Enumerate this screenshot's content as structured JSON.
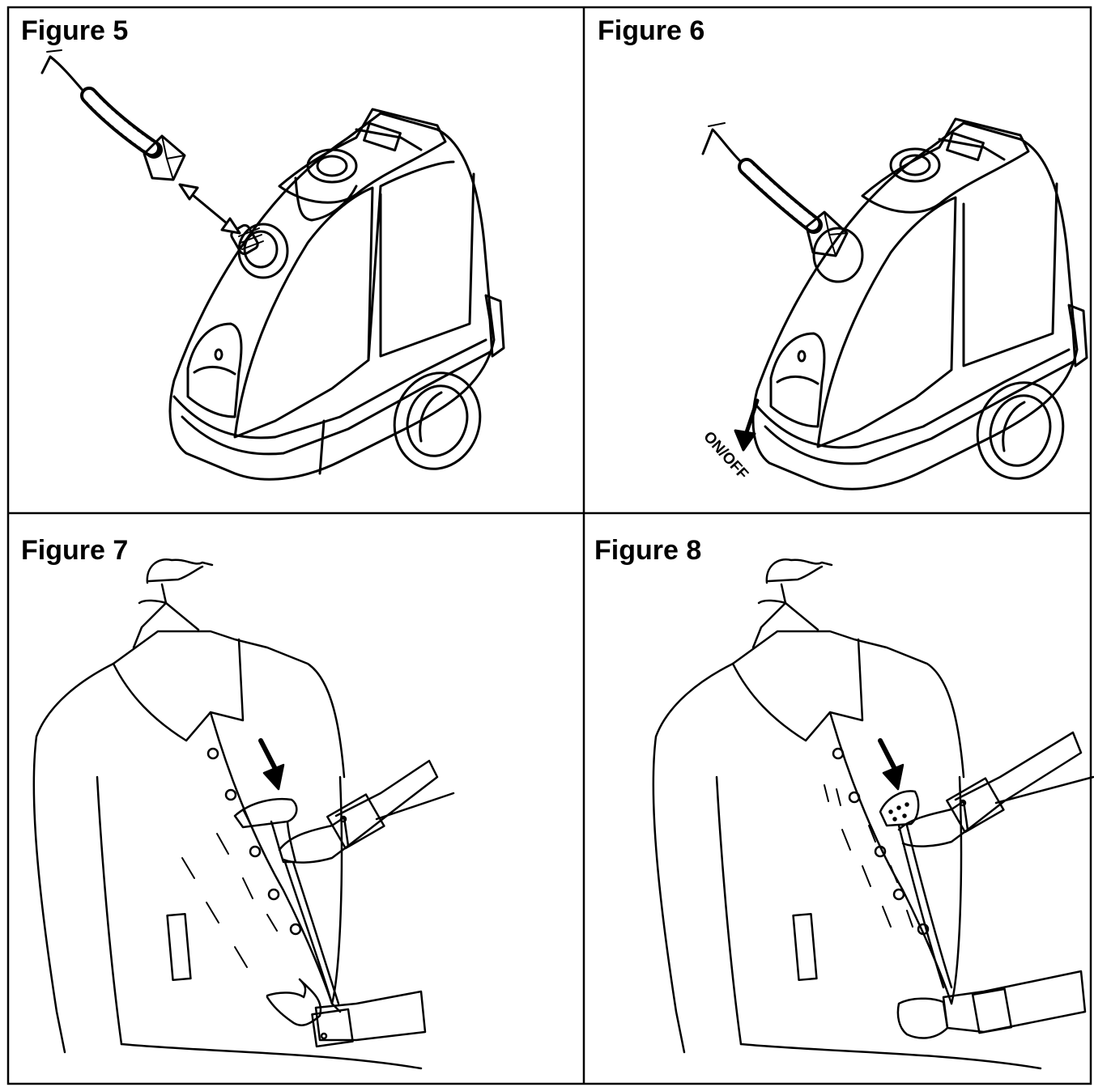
{
  "panels": [
    {
      "title": "Figure 5"
    },
    {
      "title": "Figure 6",
      "switch_label": "ON/OFF"
    },
    {
      "title": "Figure 7"
    },
    {
      "title": "Figure 8"
    }
  ],
  "colors": {
    "ink": "#000000",
    "paper": "#ffffff"
  }
}
